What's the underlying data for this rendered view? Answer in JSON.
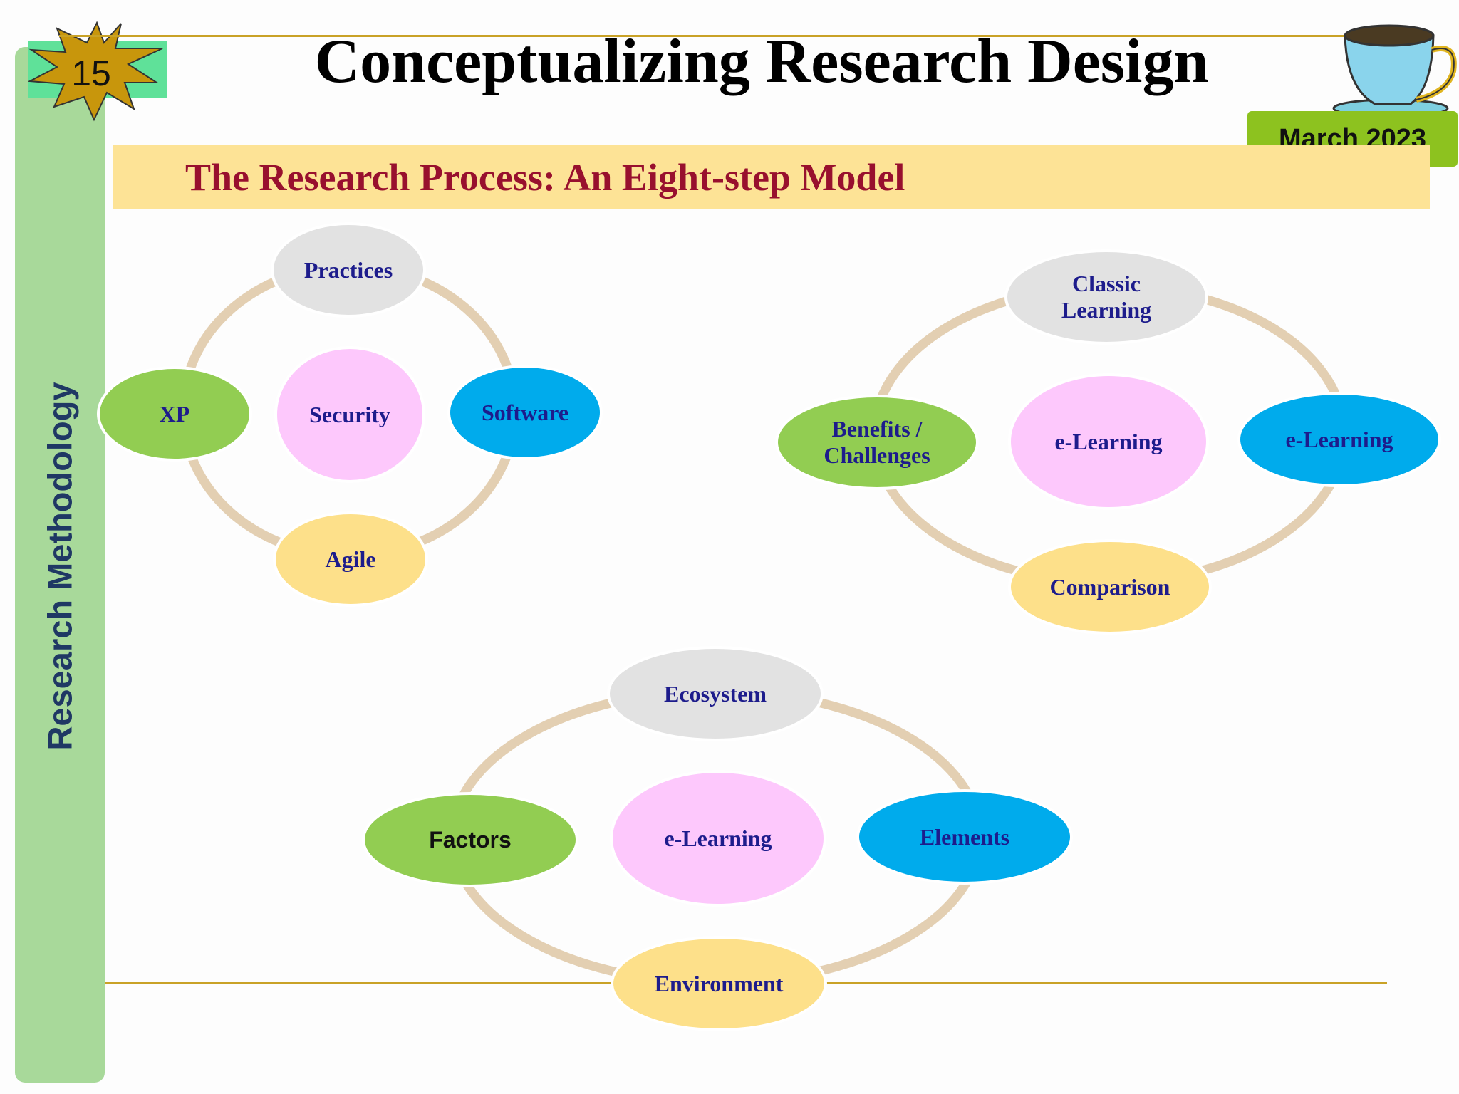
{
  "slide_number": "15",
  "title": "Conceptualizing Research Design",
  "subtitle": "The Research Process: An Eight-step Model",
  "date": "March 2023",
  "sidebar_label": "Research Methodology",
  "colors": {
    "sidebar": "#a8d99a",
    "subtitle_band": "#fde396",
    "subtitle_text": "#98102e",
    "node_text": "#1d1c8c",
    "date_badge": "#8dc21f",
    "rules": "#c9a227",
    "ring": "#e3cfb2"
  },
  "diagrams": [
    {
      "top": "Practices",
      "center": "Security",
      "right": "Software",
      "left": "XP",
      "bottom": "Agile"
    },
    {
      "top": "Classic Learning",
      "center": "e-Learning",
      "right": "e-Learning",
      "left": "Benefits / Challenges",
      "bottom": "Comparison"
    },
    {
      "top": "Ecosystem",
      "center": "e-Learning",
      "right": "Elements",
      "left": "Factors",
      "bottom": "Environment"
    }
  ]
}
